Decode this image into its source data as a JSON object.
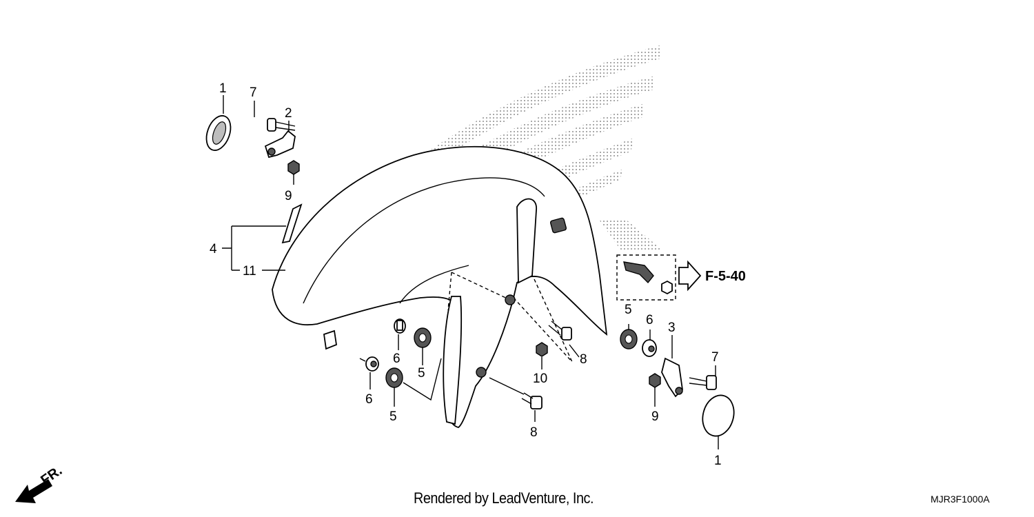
{
  "callouts": {
    "c1a": "1",
    "c7a": "7",
    "c2": "2",
    "c9a": "9",
    "c4": "4",
    "c11": "11",
    "c5a": "5",
    "c6a": "6",
    "c5b": "5",
    "c6b": "6",
    "c5c": "5",
    "c6c": "6",
    "c3": "3",
    "c7b": "7",
    "c8a": "8",
    "c10": "10",
    "c8b": "8",
    "c9b": "9",
    "c1b": "1"
  },
  "reference_label": "F-5-40",
  "direction_label": "FR.",
  "footer": {
    "credit": "Rendered by LeadVenture, Inc.",
    "code": "MJR3F1000A"
  },
  "icons": {
    "watermark": "wing-logo-watermark",
    "direction": "front-direction-arrow-icon",
    "reference": "reference-arrow-icon"
  }
}
